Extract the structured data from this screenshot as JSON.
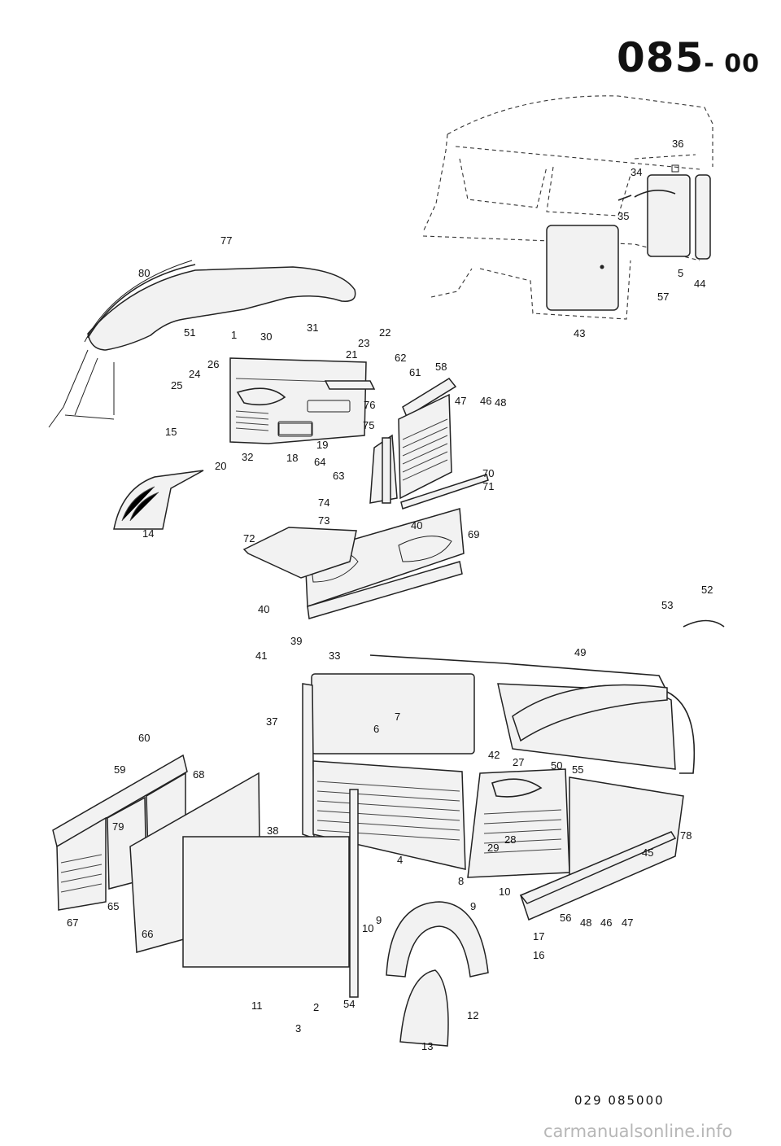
{
  "header": {
    "page_code": "085",
    "page_suffix": "- 00"
  },
  "footer": {
    "drawing_number": "029  085000"
  },
  "watermark": {
    "text": "carmanualsonline.info"
  },
  "callouts": [
    {
      "n": "77"
    },
    {
      "n": "80"
    },
    {
      "n": "51"
    },
    {
      "n": "1"
    },
    {
      "n": "30"
    },
    {
      "n": "31"
    },
    {
      "n": "22"
    },
    {
      "n": "21"
    },
    {
      "n": "23"
    },
    {
      "n": "62"
    },
    {
      "n": "61"
    },
    {
      "n": "58"
    },
    {
      "n": "26"
    },
    {
      "n": "24"
    },
    {
      "n": "25"
    },
    {
      "n": "76"
    },
    {
      "n": "47"
    },
    {
      "n": "46"
    },
    {
      "n": "48"
    },
    {
      "n": "75"
    },
    {
      "n": "15"
    },
    {
      "n": "19"
    },
    {
      "n": "32"
    },
    {
      "n": "18"
    },
    {
      "n": "20"
    },
    {
      "n": "64"
    },
    {
      "n": "63"
    },
    {
      "n": "70"
    },
    {
      "n": "71"
    },
    {
      "n": "14"
    },
    {
      "n": "74"
    },
    {
      "n": "73"
    },
    {
      "n": "40"
    },
    {
      "n": "69"
    },
    {
      "n": "72"
    },
    {
      "n": "36"
    },
    {
      "n": "34"
    },
    {
      "n": "35"
    },
    {
      "n": "57"
    },
    {
      "n": "5"
    },
    {
      "n": "44"
    },
    {
      "n": "43"
    },
    {
      "n": "52"
    },
    {
      "n": "53"
    },
    {
      "n": "40"
    },
    {
      "n": "39"
    },
    {
      "n": "41"
    },
    {
      "n": "33"
    },
    {
      "n": "49"
    },
    {
      "n": "6"
    },
    {
      "n": "7"
    },
    {
      "n": "37"
    },
    {
      "n": "60"
    },
    {
      "n": "59"
    },
    {
      "n": "68"
    },
    {
      "n": "42"
    },
    {
      "n": "27"
    },
    {
      "n": "50"
    },
    {
      "n": "55"
    },
    {
      "n": "79"
    },
    {
      "n": "38"
    },
    {
      "n": "28"
    },
    {
      "n": "29"
    },
    {
      "n": "78"
    },
    {
      "n": "45"
    },
    {
      "n": "4"
    },
    {
      "n": "8"
    },
    {
      "n": "10"
    },
    {
      "n": "9"
    },
    {
      "n": "9"
    },
    {
      "n": "10"
    },
    {
      "n": "65"
    },
    {
      "n": "67"
    },
    {
      "n": "66"
    },
    {
      "n": "56"
    },
    {
      "n": "48"
    },
    {
      "n": "46"
    },
    {
      "n": "47"
    },
    {
      "n": "17"
    },
    {
      "n": "16"
    },
    {
      "n": "11"
    },
    {
      "n": "2"
    },
    {
      "n": "3"
    },
    {
      "n": "54"
    },
    {
      "n": "12"
    },
    {
      "n": "13"
    }
  ]
}
